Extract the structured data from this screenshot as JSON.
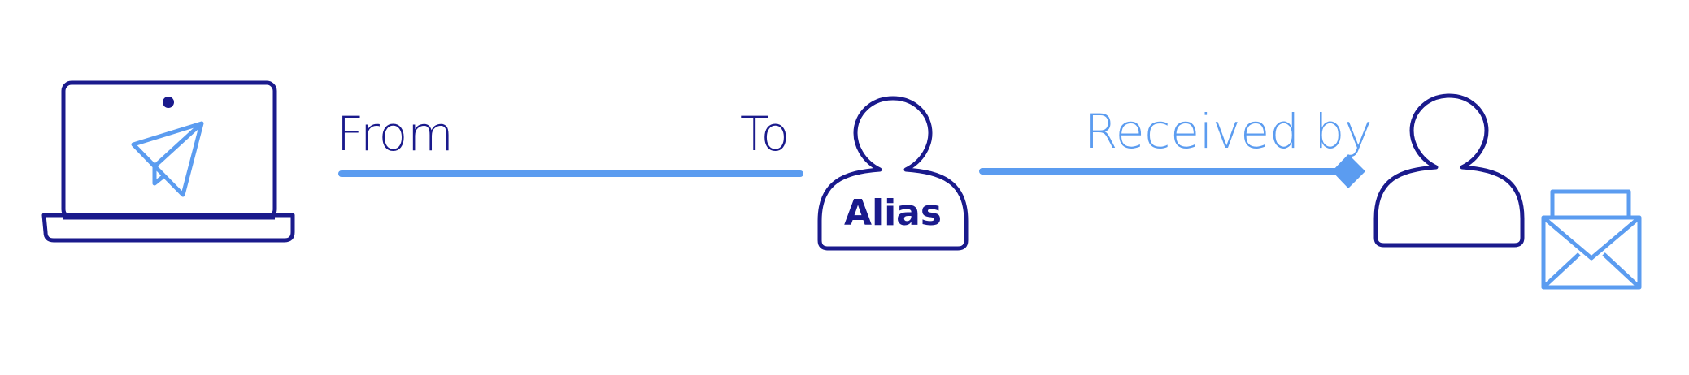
{
  "colors": {
    "dark": "#1a1a8c",
    "light": "#5b9cf0",
    "background": "#ffffff"
  },
  "labels": {
    "from": "From",
    "to": "To",
    "alias": "Alias",
    "received_by": "Received by"
  },
  "icons": {
    "sender": "laptop-icon",
    "send": "paper-plane-icon",
    "alias": "person-icon",
    "recipient": "person-icon",
    "mail": "envelope-icon"
  }
}
